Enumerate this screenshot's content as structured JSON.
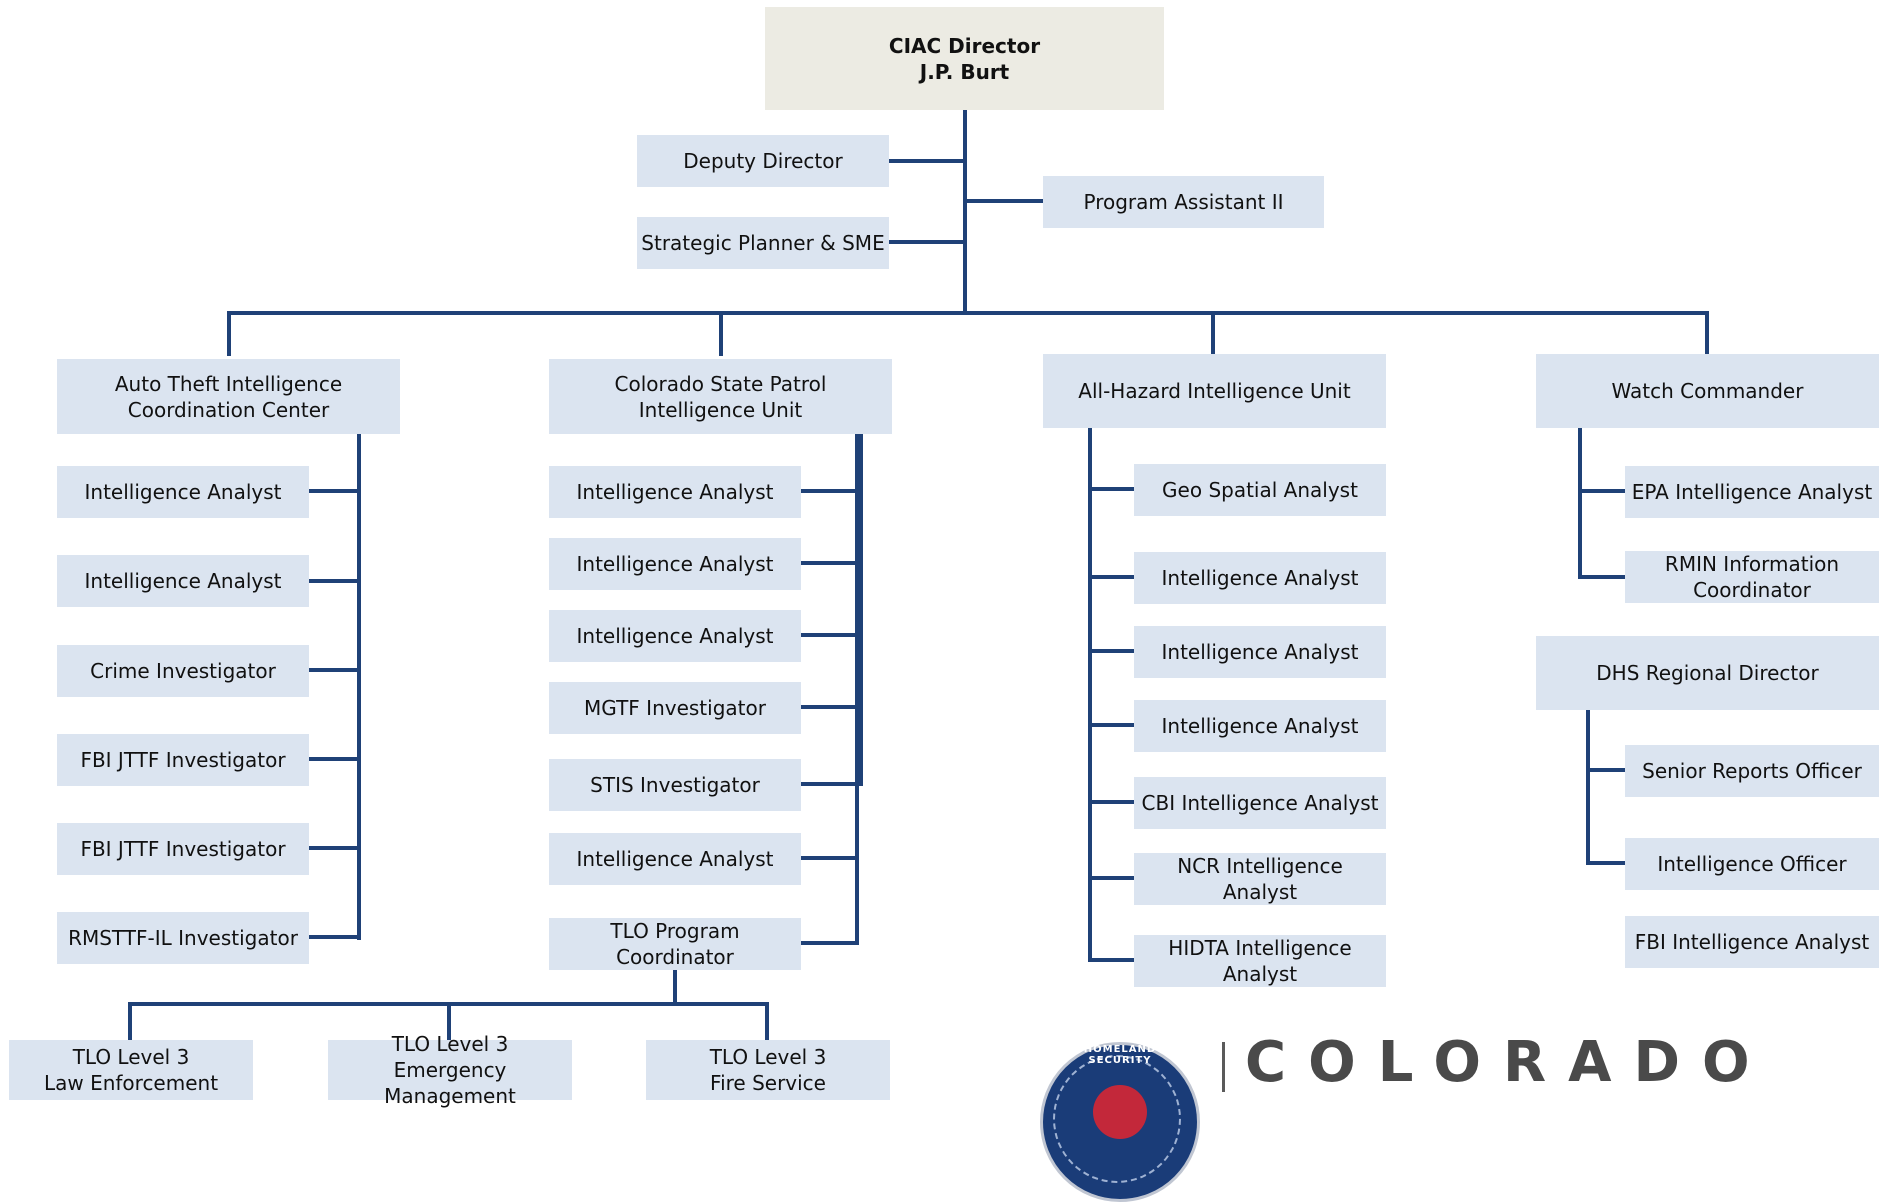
{
  "org_chart": {
    "director": {
      "title": "CIAC Director",
      "name": "J.P. Burt"
    },
    "staff": {
      "deputy": "Deputy Director",
      "planner": "Strategic Planner & SME",
      "assistant": "Program Assistant II"
    },
    "units": {
      "auto_theft": {
        "title": "Auto Theft Intelligence\nCoordination Center",
        "members": [
          "Intelligence Analyst",
          "Intelligence Analyst",
          "Crime Investigator",
          "FBI JTTF Investigator",
          "FBI JTTF Investigator",
          "RMSTTF-IL Investigator"
        ]
      },
      "csp": {
        "title": "Colorado State Patrol\nIntelligence Unit",
        "members": [
          "Intelligence Analyst",
          "Intelligence Analyst",
          "Intelligence Analyst",
          "MGTF Investigator",
          "STIS Investigator",
          "Intelligence Analyst",
          "TLO Program Coordinator"
        ]
      },
      "all_hazard": {
        "title": "All-Hazard Intelligence Unit",
        "members": [
          "Geo Spatial Analyst",
          "Intelligence Analyst",
          "Intelligence Analyst",
          "Intelligence Analyst",
          "CBI Intelligence Analyst",
          "NCR Intelligence Analyst",
          "HIDTA Intelligence\nAnalyst"
        ]
      },
      "watch": {
        "title": "Watch Commander",
        "members": [
          "EPA Intelligence Analyst",
          "RMIN Information\nCoordinator"
        ]
      },
      "dhs": {
        "title": "DHS Regional Director",
        "members": [
          "Senior Reports Officer",
          "Intelligence Officer"
        ]
      },
      "fbi_analyst": "FBI Intelligence Analyst"
    },
    "tlo": [
      "TLO Level 3\nLaw Enforcement",
      "TLO Level 3\nEmergency Management",
      "TLO Level 3\nFire Service"
    ]
  },
  "logo": {
    "seal_text": "HOMELAND SECURITY",
    "wordmark": "COLORADO"
  },
  "colors": {
    "connector": "#1f4177",
    "box": "#dbe4f0",
    "director_box": "#ecebe3"
  }
}
